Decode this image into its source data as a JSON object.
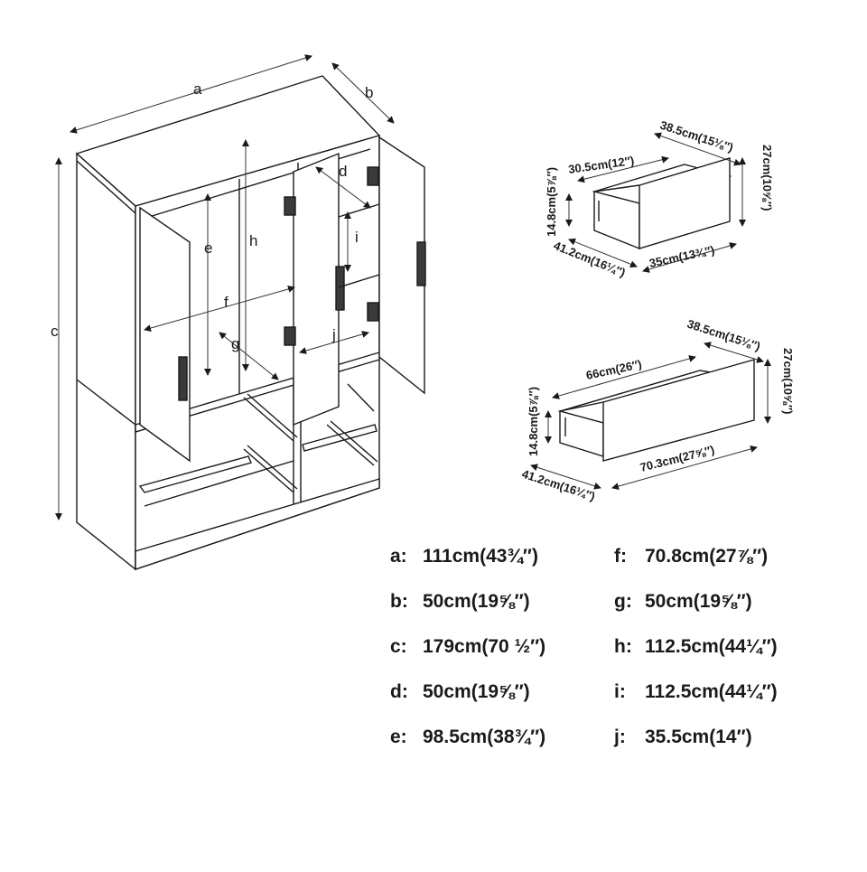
{
  "wardrobe": {
    "letters": {
      "a": "a",
      "b": "b",
      "c": "c",
      "d": "d",
      "e": "e",
      "f": "f",
      "g": "g",
      "h": "h",
      "i": "i",
      "j": "j"
    }
  },
  "small_drawer": {
    "depth_top": "38.5cm(15⅛″)",
    "width_inner": "30.5cm(12″)",
    "height_left": "14.8cm(5⅞″)",
    "height_right": "27cm(10⅝″)",
    "depth_bottom": "41.2cm(16¼″)",
    "width_bottom": "35cm(13¾″)"
  },
  "large_drawer": {
    "depth_top": "38.5cm(15⅛″)",
    "width_inner": "66cm(26″)",
    "height_left": "14.8cm(5⅞″)",
    "height_right": "27cm(10⅝″)",
    "depth_bottom": "41.2cm(16¼″)",
    "width_bottom": "70.3cm(27⅝″)"
  },
  "specs": [
    {
      "key": "a:",
      "value": "111cm(43¾″)"
    },
    {
      "key": "b:",
      "value": "50cm(19⅝″)"
    },
    {
      "key": "c:",
      "value": "179cm(70 ½″)"
    },
    {
      "key": "d:",
      "value": "50cm(19⅝″)"
    },
    {
      "key": "e:",
      "value": "98.5cm(38¾″)"
    },
    {
      "key": "f:",
      "value": "70.8cm(27⅞″)"
    },
    {
      "key": "g:",
      "value": "50cm(19⅝″)"
    },
    {
      "key": "h:",
      "value": "112.5cm(44¼″)"
    },
    {
      "key": "i:",
      "value": "112.5cm(44¼″)"
    },
    {
      "key": "j:",
      "value": "35.5cm(14″)"
    }
  ]
}
